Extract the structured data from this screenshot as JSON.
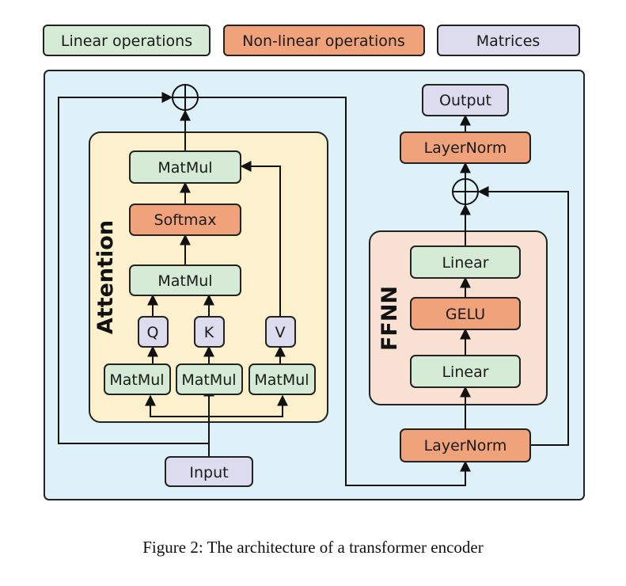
{
  "legend": {
    "linear": "Linear operations",
    "nonlinear": "Non-linear operations",
    "matrices": "Matrices"
  },
  "attention": {
    "title": "Attention",
    "matmul_top": "MatMul",
    "softmax": "Softmax",
    "matmul_mid": "MatMul",
    "q": "Q",
    "k": "K",
    "v": "V",
    "matmul_q": "MatMul",
    "matmul_k": "MatMul",
    "matmul_v": "MatMul"
  },
  "input": "Input",
  "ffnn": {
    "title": "FFNN",
    "linear_top": "Linear",
    "gelu": "GELU",
    "linear_bottom": "Linear"
  },
  "output": "Output",
  "layernorm_top": "LayerNorm",
  "layernorm_bottom": "LayerNorm",
  "caption": "Figure 2: The architecture of a transformer encoder",
  "colors": {
    "linear_fill": "#d5ebd6",
    "nonlinear_fill": "#f0a37b",
    "matrix_fill": "#dddcee",
    "outer_bg": "#dff1f8",
    "attention_bg": "#fdf0cc",
    "ffnn_bg": "#f8e1d3"
  }
}
